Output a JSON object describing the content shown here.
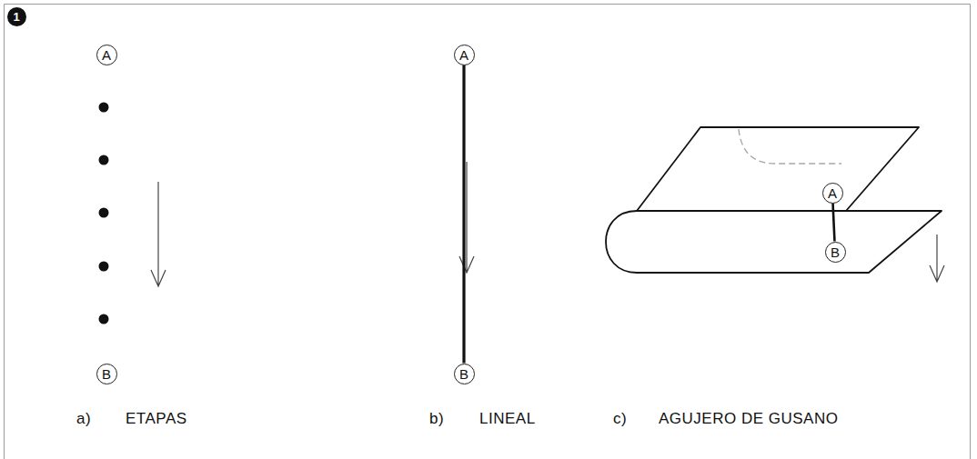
{
  "diagram": {
    "nodes": [
      {
        "text": [
          "1"
        ]
      },
      {
        "text": [
          "A"
        ]
      },
      {
        "text": [
          "B"
        ]
      },
      {
        "text": [
          "A"
        ]
      },
      {
        "text": [
          "B"
        ]
      },
      {
        "text": [
          "A"
        ]
      },
      {
        "text": [
          "B"
        ]
      }
    ],
    "edges": [
      {
        "from": 3,
        "to": 4,
        "arrow": "none"
      },
      {
        "from": 5,
        "to": 6,
        "arrow": "none"
      }
    ],
    "labels": [
      "a)",
      "ETAPAS",
      "b)",
      "LINEAL",
      "c)",
      "AGUJERO DE GUSANO"
    ]
  }
}
